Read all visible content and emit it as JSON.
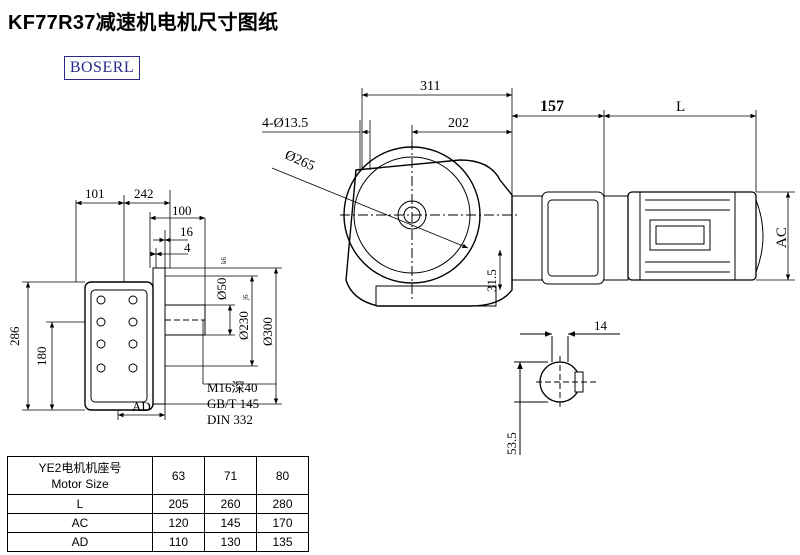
{
  "title": "KF77R37减速机电机尺寸图纸",
  "logo": "BOSERL",
  "dims": {
    "d311": "311",
    "d202": "202",
    "holes": "4-Ø13.5",
    "d157": "157",
    "dL": "L",
    "d265": "Ø265",
    "dAC": "AC",
    "d31_5": "31.5",
    "d101": "101",
    "d242": "242",
    "d100": "100",
    "d16": "16",
    "d4": "4",
    "d286": "286",
    "d180": "180",
    "phi50": "Ø50",
    "phi50_tol": "k6",
    "phi230": "Ø230",
    "phi230_tol": "j6",
    "phi300": "Ø300",
    "dAD": "AD",
    "thread1": "M16深40",
    "thread2": "GB/T 145",
    "thread3": "DIN 332",
    "d14": "14",
    "d53_5": "53.5"
  },
  "table": {
    "header_line1": "YE2电机机座号",
    "header_line2": "Motor Size",
    "sizes": [
      "63",
      "71",
      "80"
    ],
    "rows": [
      {
        "label": "L",
        "values": [
          "205",
          "260",
          "280"
        ]
      },
      {
        "label": "AC",
        "values": [
          "120",
          "145",
          "170"
        ]
      },
      {
        "label": "AD",
        "values": [
          "110",
          "130",
          "135"
        ]
      }
    ]
  }
}
